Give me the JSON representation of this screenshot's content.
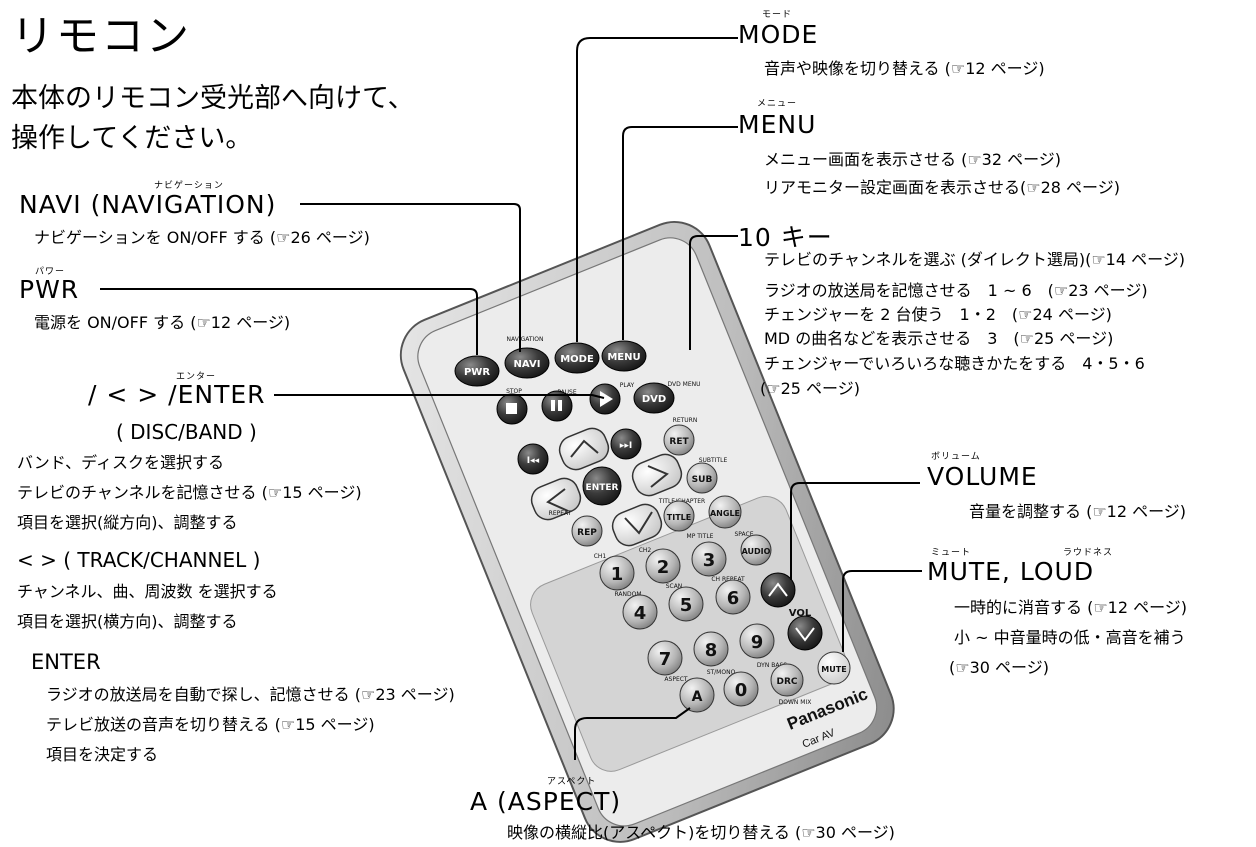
{
  "title": "リモコン",
  "subtitle_line1": "本体のリモコン受光部へ向けて、",
  "subtitle_line2": "操作してください。",
  "navi": {
    "ruby": "ナビゲーション",
    "label": "NAVI (NAVIGATION)",
    "desc": [
      "ナビゲーションを ON/OFF する (☞26 ページ)"
    ]
  },
  "pwr": {
    "ruby": "パワー",
    "label": "PWR",
    "desc": [
      "電源を ON/OFF する (☞12 ページ)"
    ]
  },
  "enter_cursor": {
    "ruby": "エンター",
    "label": "/ < > /ENTER",
    "sub": "( DISC/BAND )",
    "desc": [
      "バンド、ディスクを選択する",
      "テレビのチャンネルを記憶させる (☞15 ページ)",
      "項目を選択(縦方向)、調整する"
    ]
  },
  "track": {
    "label": "< > ( TRACK/CHANNEL )",
    "desc": [
      "チャンネル、曲、周波数 を選択する",
      "項目を選択(横方向)、調整する"
    ]
  },
  "enter": {
    "label": "ENTER",
    "desc": [
      "ラジオの放送局を自動で探し、記憶させる (☞23 ページ)",
      "テレビ放送の音声を切り替える (☞15 ページ)",
      "項目を決定する"
    ]
  },
  "mode": {
    "ruby": "モード",
    "label": "MODE",
    "desc": [
      "音声や映像を切り替える (☞12 ページ)"
    ]
  },
  "menu": {
    "ruby": "メニュー",
    "label": "MENU",
    "desc": [
      "メニュー画面を表示させる (☞32 ページ)",
      "リアモニター設定画面を表示させる(☞28 ページ)"
    ]
  },
  "tenkey": {
    "label": "10 キー",
    "desc": [
      "テレビのチャンネルを選ぶ (ダイレクト選局)(☞14 ページ)",
      "ラジオの放送局を記憶させる　1 ~ 6　(☞23 ページ)",
      "チェンジャーを 2 台使う　1・2　(☞24 ページ)",
      "MD の曲名などを表示させる　3　(☞25 ページ)",
      "チェンジャーでいろいろな聴きかたをする　4・5・6",
      "(☞25 ページ)"
    ]
  },
  "volume": {
    "ruby": "ボリューム",
    "label": "VOLUME",
    "desc": [
      "音量を調整する (☞12 ページ)"
    ]
  },
  "mute_loud": {
    "ruby_mute": "ミュート",
    "ruby_loud": "ラウドネス",
    "label": "MUTE, LOUD",
    "desc": [
      "一時的に消音する (☞12 ページ)",
      "小 ~ 中音量時の低・高音を補う",
      "(☞30 ページ)"
    ]
  },
  "aspect": {
    "ruby": "アスペクト",
    "label": "A (ASPECT)",
    "desc": [
      "映像の横縦比(アスペクト)を切り替える (☞30 ページ)"
    ]
  },
  "remote": {
    "brand": "Panasonic",
    "model": "Car AV",
    "buttons": {
      "pwr": "PWR",
      "navi": "NAVI",
      "mode": "MODE",
      "menu": "MENU",
      "dvd": "DVD",
      "ret": "RET",
      "sub": "SUB",
      "enter": "ENTER",
      "title": "TITLE",
      "angle": "ANGLE",
      "rep": "REP",
      "audio": "AUDIO",
      "vol": "VOL",
      "mute": "MUTE",
      "a": "A",
      "drc": "DRC",
      "n1": "1",
      "n2": "2",
      "n3": "3",
      "n4": "4",
      "n5": "5",
      "n6": "6",
      "n7": "7",
      "n8": "8",
      "n9": "9",
      "n0": "0"
    },
    "small_labels": {
      "navigation": "NAVIGATION",
      "pause": "PAUSE",
      "play": "PLAY",
      "dvd_menu": "DVD MENU",
      "stop": "STOP",
      "return": "RETURN",
      "subtitle": "SUBTITLE",
      "repeat": "REPEAT",
      "title_chapter": "TITLE/CHAPTER",
      "space": "SPACE",
      "ch1": "CH1",
      "ch2": "CH2",
      "mp_title": "MP TITLE",
      "random": "RANDOM",
      "scan": "SCAN",
      "ch_repeat": "CH REPEAT",
      "aspect": "ASPECT",
      "stmono": "ST/MONO",
      "dyn_bass": "DYN BASS",
      "down_mix": "DOWN MIX"
    }
  }
}
